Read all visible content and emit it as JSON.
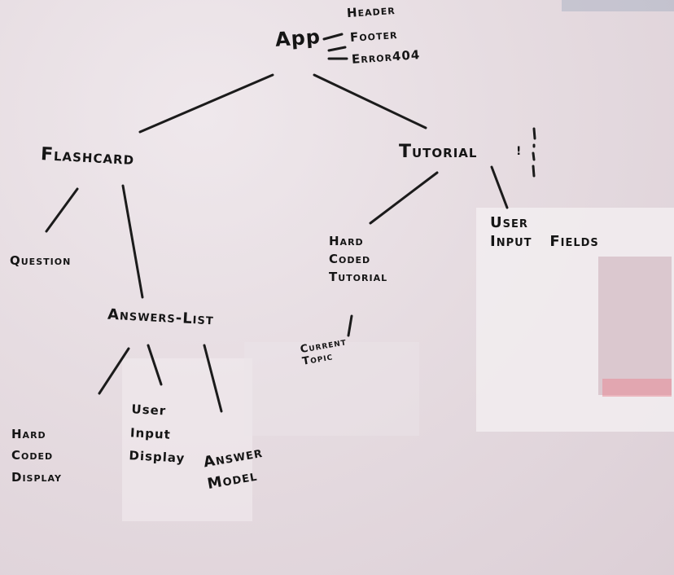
{
  "diagram": {
    "nodes": {
      "app": "App",
      "header": "Header",
      "footer": "Footer",
      "error404": "Error404",
      "flashcard": "Flashcard",
      "tutorial": "Tutorial",
      "tutorial_mark": "!",
      "question": "Question",
      "answers_list": "Answers-List",
      "hard_coded_display": "Hard\nCoded\nDisplay",
      "user_input_display": "User\nInput\nDisplay",
      "answer_model": "Answer\nModel",
      "hard_coded_tutorial": "Hard\nCoded\nTutorial",
      "current_topic": "Current\nTopic",
      "user_input_fields": "User\nInput   Fields"
    },
    "edges": [
      [
        "App",
        "Header"
      ],
      [
        "App",
        "Footer"
      ],
      [
        "App",
        "Error404"
      ],
      [
        "App",
        "Flashcard"
      ],
      [
        "App",
        "Tutorial"
      ],
      [
        "Flashcard",
        "Question"
      ],
      [
        "Flashcard",
        "Answers-List"
      ],
      [
        "Answers-List",
        "Hard Coded Display"
      ],
      [
        "Answers-List",
        "User Input Display"
      ],
      [
        "Answers-List",
        "Answer Model"
      ],
      [
        "Tutorial",
        "Hard Coded Tutorial"
      ],
      [
        "Tutorial",
        "User Input Fields"
      ],
      [
        "Hard Coded Tutorial",
        "Current Topic"
      ]
    ],
    "colors": {
      "board": "#e6dce1",
      "ink": "#151515"
    }
  }
}
